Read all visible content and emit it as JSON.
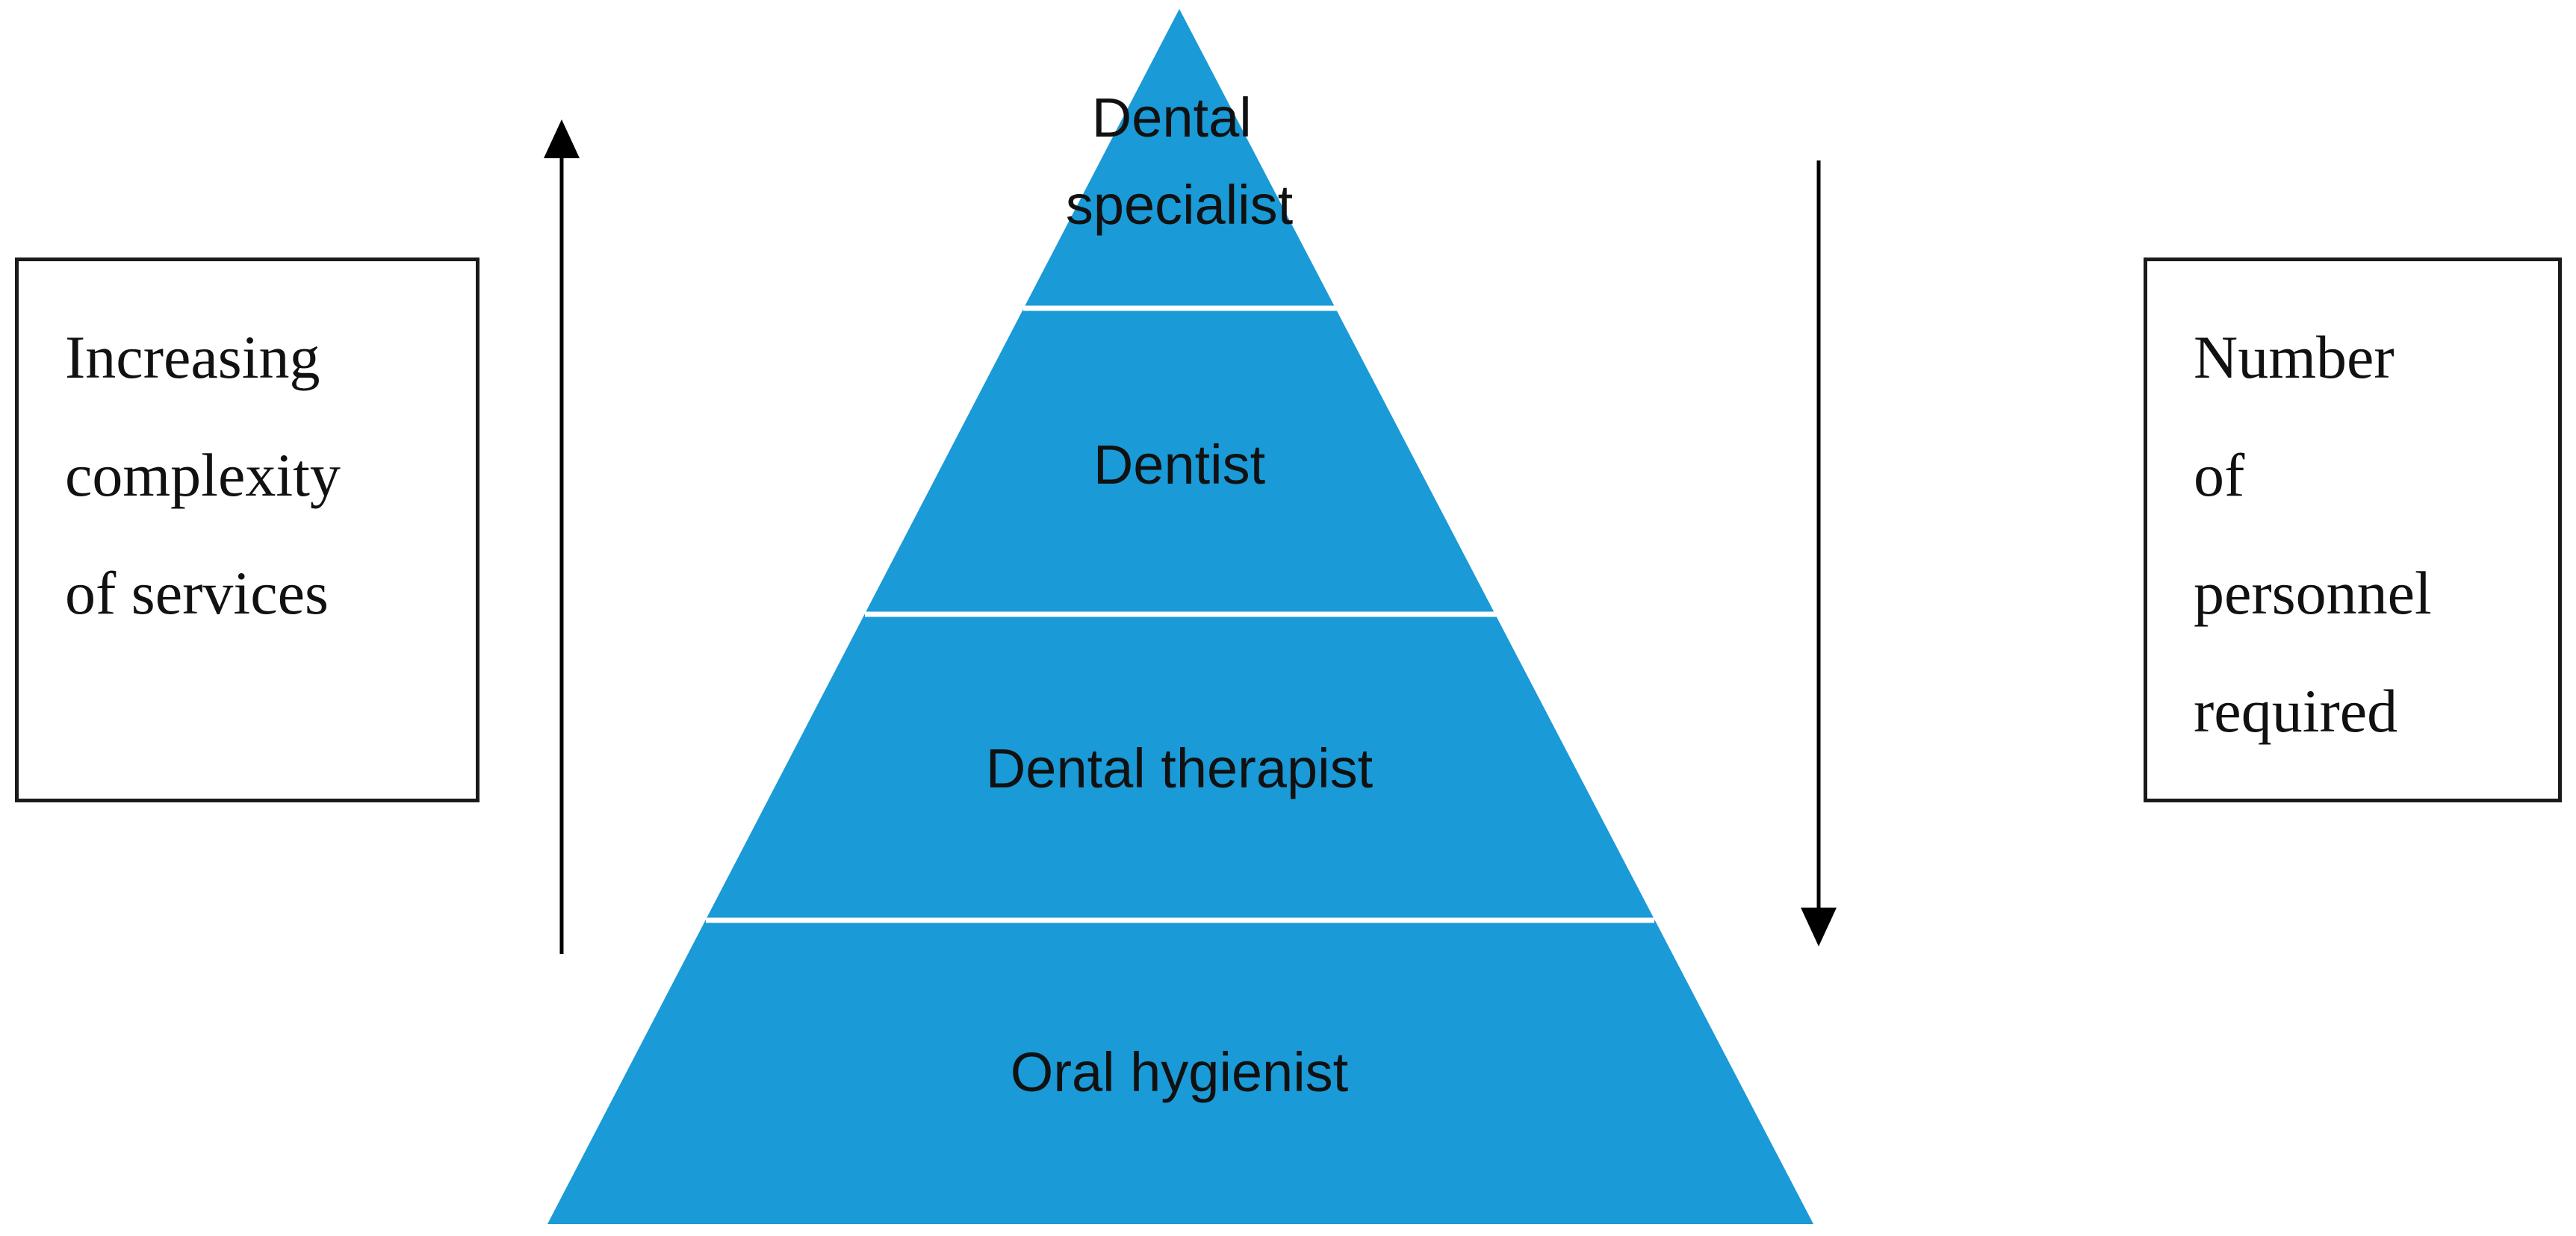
{
  "colors": {
    "pyramid_fill": "#1a9ad7",
    "divider": "#ffffff",
    "arrow": "#000000",
    "box_border": "#1a1a1a"
  },
  "pyramid": {
    "tiers": [
      {
        "lines": [
          "Dental",
          "specialist"
        ]
      },
      {
        "lines": [
          "Dentist"
        ]
      },
      {
        "lines": [
          "Dental therapist"
        ]
      },
      {
        "lines": [
          "Oral hygienist"
        ]
      }
    ]
  },
  "left_box": {
    "lines": [
      "Increasing",
      "complexity",
      "of services"
    ]
  },
  "right_box": {
    "lines": [
      "Number",
      "of",
      "personnel",
      "required"
    ]
  },
  "arrows": {
    "left": {
      "direction": "up",
      "icon": "arrow-up-icon"
    },
    "right": {
      "direction": "down",
      "icon": "arrow-down-icon"
    }
  }
}
